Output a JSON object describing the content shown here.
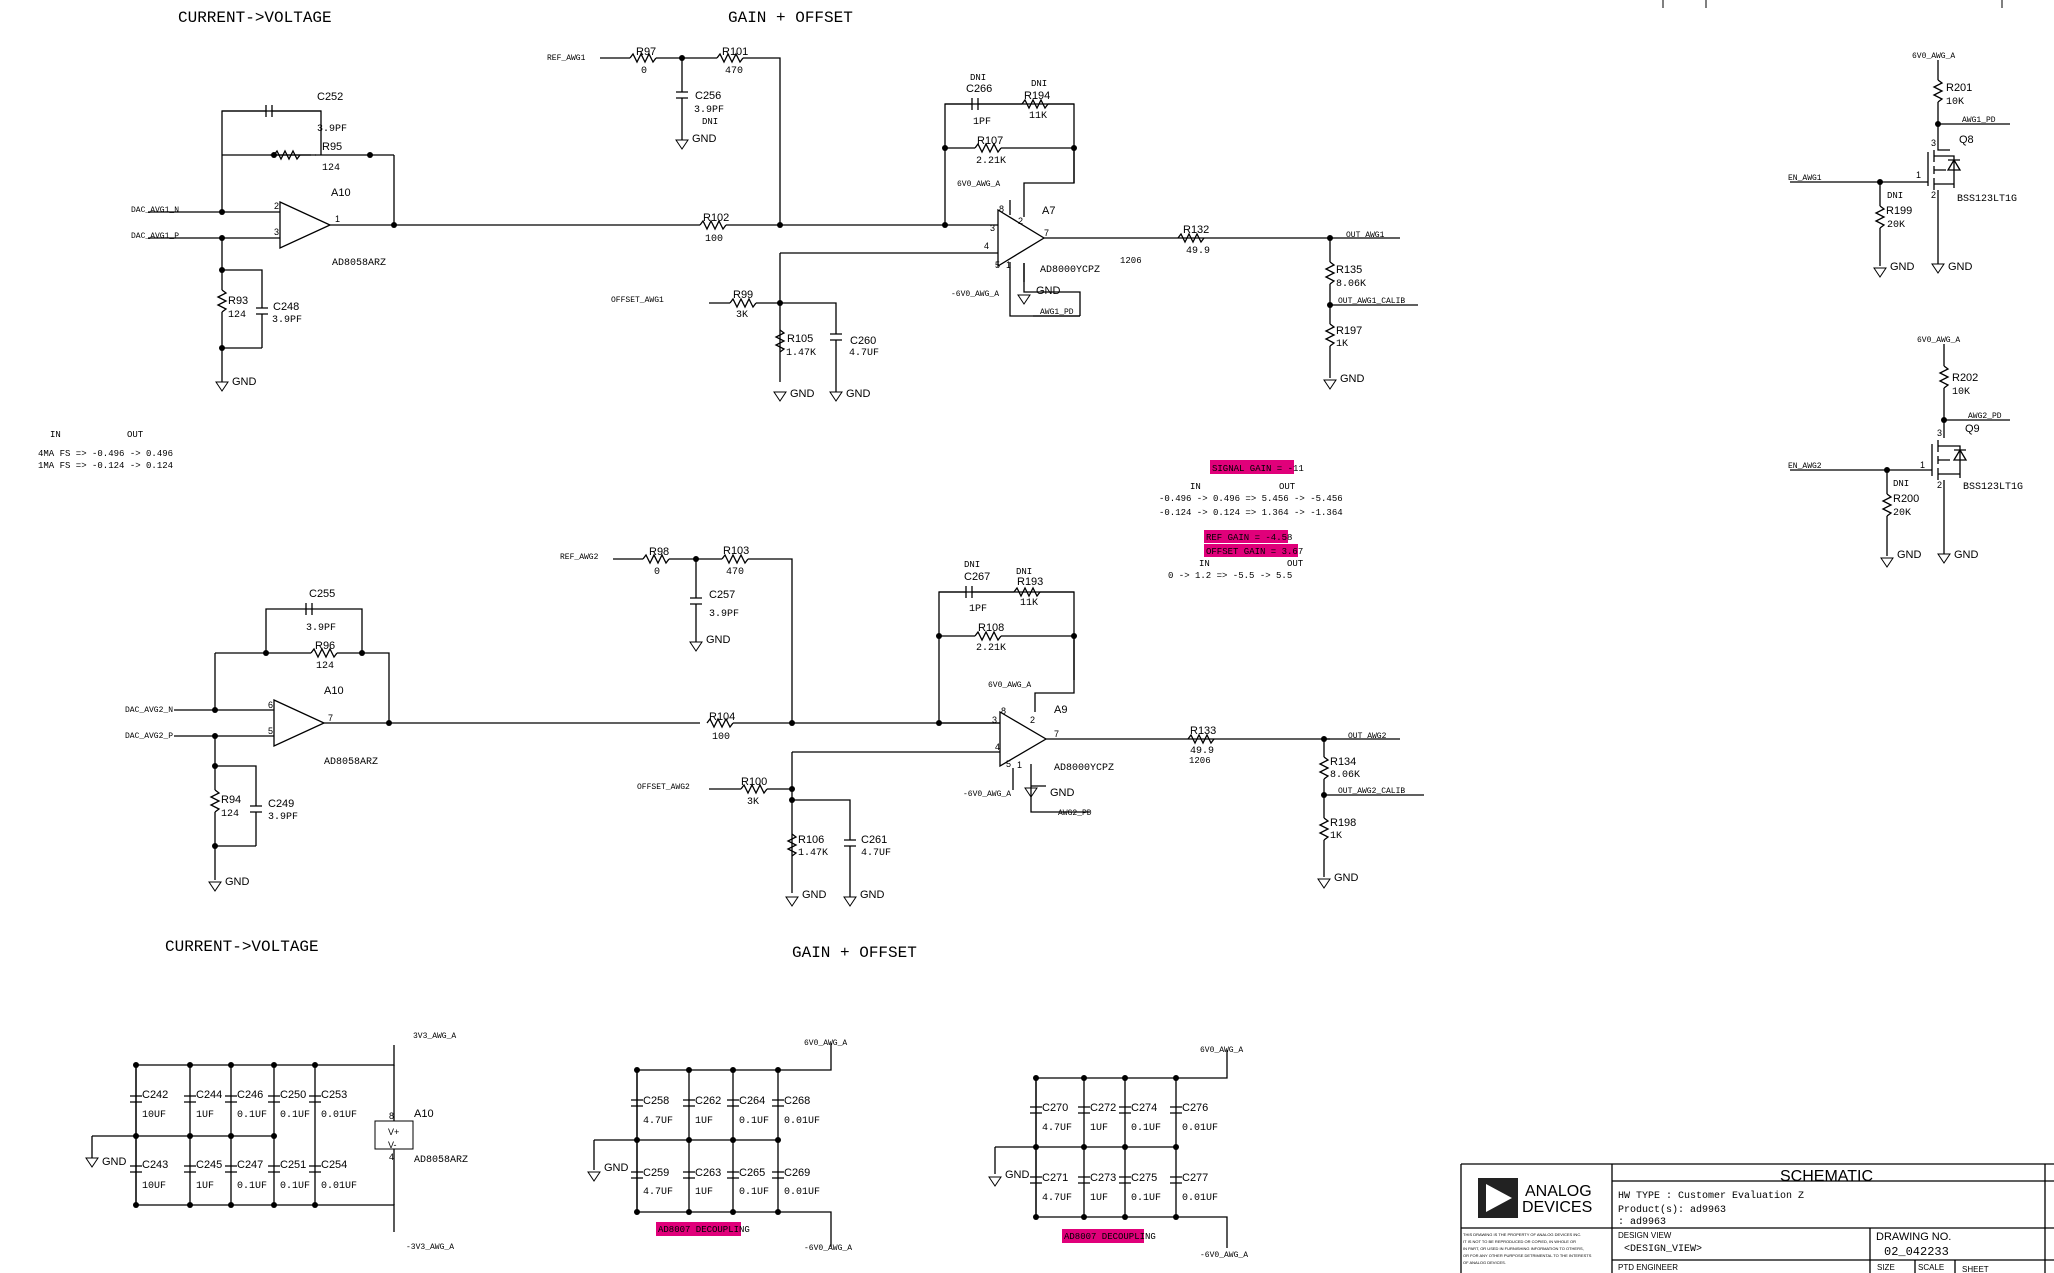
{
  "headers": {
    "cv_top": "CURRENT->VOLTAGE",
    "go_top": "GAIN + OFFSET",
    "cv_bottom": "CURRENT->VOLTAGE",
    "go_bottom": "GAIN + OFFSET"
  },
  "note_left": {
    "in": "IN",
    "out": "OUT",
    "row1": "4MA FS  =>  -0.496 -> 0.496",
    "row2": "1MA FS  =>  -0.124 -> 0.124"
  },
  "note_mid": {
    "signal_gain": "SIGNAL GAIN = -11",
    "in": "IN",
    "out": "OUT",
    "row1": "-0.496 -> 0.496  =>  5.456 -> -5.456",
    "row2": "-0.124 -> 0.124  =>  1.364 -> -1.364",
    "ref_gain": "REF GAIN = -4.58",
    "offset_gain": "OFFSET GAIN = 3.67",
    "in2": "IN",
    "out2": "OUT",
    "row3": "0   ->   1.2  =>  -5.5  ->  5.5"
  },
  "ch1": {
    "dac_n": "DAC_AVG1_N",
    "dac_p": "DAC_AVG1_P",
    "c252": "C252",
    "c252v": "3.9PF",
    "r95": "R95",
    "r95v": "124",
    "a10": "A10",
    "a10p": "AD8058ARZ",
    "pin2": "2",
    "pin3": "3",
    "pin1": "1",
    "r93": "R93",
    "r93v": "124",
    "c248": "C248",
    "c248v": "3.9PF",
    "gnd": "GND",
    "ref": "REF_AWG1",
    "r97": "R97",
    "r97v": "0",
    "r101": "R101",
    "r101v": "470",
    "c256": "C256",
    "c256v": "3.9PF",
    "c256d": "DNI",
    "r102": "R102",
    "r102v": "100",
    "dni1": "DNI",
    "c266": "C266",
    "c266v": "1PF",
    "dni2": "DNI",
    "r194": "R194",
    "r194v": "11K",
    "r107": "R107",
    "r107v": "2.21K",
    "vpos": "6V0_AWG_A",
    "vneg": "-6V0_AWG_A",
    "a7": "A7",
    "a7p": "AD8000YCPZ",
    "offset": "OFFSET_AWG1",
    "r99": "R99",
    "r99v": "3K",
    "r105": "R105",
    "r105v": "1.47K",
    "c260": "C260",
    "c260v": "4.7UF",
    "pd": "AWG1_PD",
    "r132": "R132",
    "r132v": "49.9",
    "r132s": "1206",
    "out": "OUT_AWG1",
    "r135": "R135",
    "r135v": "8.06K",
    "calib": "OUT_AWG1_CALIB",
    "r197": "R197",
    "r197v": "1K"
  },
  "ch2": {
    "dac_n": "DAC_AVG2_N",
    "dac_p": "DAC_AVG2_P",
    "c255": "C255",
    "c255v": "3.9PF",
    "r96": "R96",
    "r96v": "124",
    "a10": "A10",
    "a10p": "AD8058ARZ",
    "pin6": "6",
    "pin5": "5",
    "pin7": "7",
    "r94": "R94",
    "r94v": "124",
    "c249": "C249",
    "c249v": "3.9PF",
    "gnd": "GND",
    "ref": "REF_AWG2",
    "r98": "R98",
    "r98v": "0",
    "r103": "R103",
    "r103v": "470",
    "c257": "C257",
    "c257v": "3.9PF",
    "r104": "R104",
    "r104v": "100",
    "dni1": "DNI",
    "c267": "C267",
    "c267v": "1PF",
    "dni2": "DNI",
    "r193": "R193",
    "r193v": "11K",
    "r108": "R108",
    "r108v": "2.21K",
    "vpos": "6V0_AWG_A",
    "vneg": "-6V0_AWG_A",
    "a9": "A9",
    "a9p": "AD8000YCPZ",
    "offset": "OFFSET_AWG2",
    "r100": "R100",
    "r100v": "3K",
    "r106": "R106",
    "r106v": "1.47K",
    "c261": "C261",
    "c261v": "4.7UF",
    "pd": "AWG2_PD",
    "r133": "R133",
    "r133v": "49.9",
    "r133s": "1206",
    "out": "OUT_AWG2",
    "r134": "R134",
    "r134v": "8.06K",
    "calib": "OUT_AWG2_CALIB",
    "r198": "R198",
    "r198v": "1K"
  },
  "q8": {
    "supply": "6V0_AWG_A",
    "r201": "R201",
    "r201v": "10K",
    "pd": "AWG1_PD",
    "q": "Q8",
    "en": "EN_AWG1",
    "dni": "DNI",
    "r199": "R199",
    "r199v": "20K",
    "part": "BSS123LT1G",
    "gnd": "GND"
  },
  "q9": {
    "supply": "6V0_AWG_A",
    "r202": "R202",
    "r202v": "10K",
    "pd": "AWG2_PD",
    "q": "Q9",
    "en": "EN_AWG2",
    "dni": "DNI",
    "r200": "R200",
    "r200v": "20K",
    "part": "BSS123LT1G",
    "gnd": "GND"
  },
  "decoup1": {
    "vpos": "3V3_AWG_A",
    "vneg": "-3V3_AWG_A",
    "gnd": "GND",
    "a10": "A10",
    "a10p": "AD8058ARZ",
    "vp": "V+",
    "vn": "V-",
    "p8": "8",
    "p4": "4",
    "top": [
      [
        "C242",
        "10UF"
      ],
      [
        "C244",
        "1UF"
      ],
      [
        "C246",
        "0.1UF"
      ],
      [
        "C250",
        "0.1UF"
      ],
      [
        "C253",
        "0.01UF"
      ]
    ],
    "bot": [
      [
        "C243",
        "10UF"
      ],
      [
        "C245",
        "1UF"
      ],
      [
        "C247",
        "0.1UF"
      ],
      [
        "C251",
        "0.1UF"
      ],
      [
        "C254",
        "0.01UF"
      ]
    ]
  },
  "decoup2": {
    "vpos": "6V0_AWG_A",
    "vneg": "-6V0_AWG_A",
    "gnd": "GND",
    "tag": "AD8007 DECOUPLING",
    "top": [
      [
        "C258",
        "4.7UF"
      ],
      [
        "C262",
        "1UF"
      ],
      [
        "C264",
        "0.1UF"
      ],
      [
        "C268",
        "0.01UF"
      ]
    ],
    "bot": [
      [
        "C259",
        "4.7UF"
      ],
      [
        "C263",
        "1UF"
      ],
      [
        "C265",
        "0.1UF"
      ],
      [
        "C269",
        "0.01UF"
      ]
    ]
  },
  "decoup3": {
    "vpos": "6V0_AWG_A",
    "vneg": "-6V0_AWG_A",
    "gnd": "GND",
    "tag": "AD8007 DECOUPLING",
    "top": [
      [
        "C270",
        "4.7UF"
      ],
      [
        "C272",
        "1UF"
      ],
      [
        "C274",
        "0.1UF"
      ],
      [
        "C276",
        "0.01UF"
      ]
    ],
    "bot": [
      [
        "C271",
        "4.7UF"
      ],
      [
        "C273",
        "1UF"
      ],
      [
        "C275",
        "0.1UF"
      ],
      [
        "C277",
        "0.01UF"
      ]
    ]
  },
  "titleblock": {
    "company": "ANALOG",
    "company2": "DEVICES",
    "schematic": "SCHEMATIC",
    "hw_type": "HW TYPE   : Customer Evaluation Z",
    "product": "Product(s): ad9963",
    "product2": "          : ad9963",
    "design_view": "DESIGN VIEW",
    "design_view_v": "<DESIGN_VIEW>",
    "drawing_no": "DRAWING NO.",
    "drawing_no_v": "02_042233",
    "ptd": "PTD ENGINEER",
    "size": "SIZE",
    "scale": "SCALE",
    "sheet": "SHEET",
    "legal1": "THIS DRAWING IS THE PROPERTY OF ANALOG DEVICES INC.",
    "legal2": "IT IS NOT TO BE REPRODUCED OR COPIED, IN WHOLE OR",
    "legal3": "IN PART, OR USED IN FURNISHING INFORMATION TO OTHERS,",
    "legal4": "OR FOR ANY OTHER PURPOSE DETRIMENTAL TO THE INTERESTS",
    "legal5": "OF ANALOG DEVICES."
  }
}
